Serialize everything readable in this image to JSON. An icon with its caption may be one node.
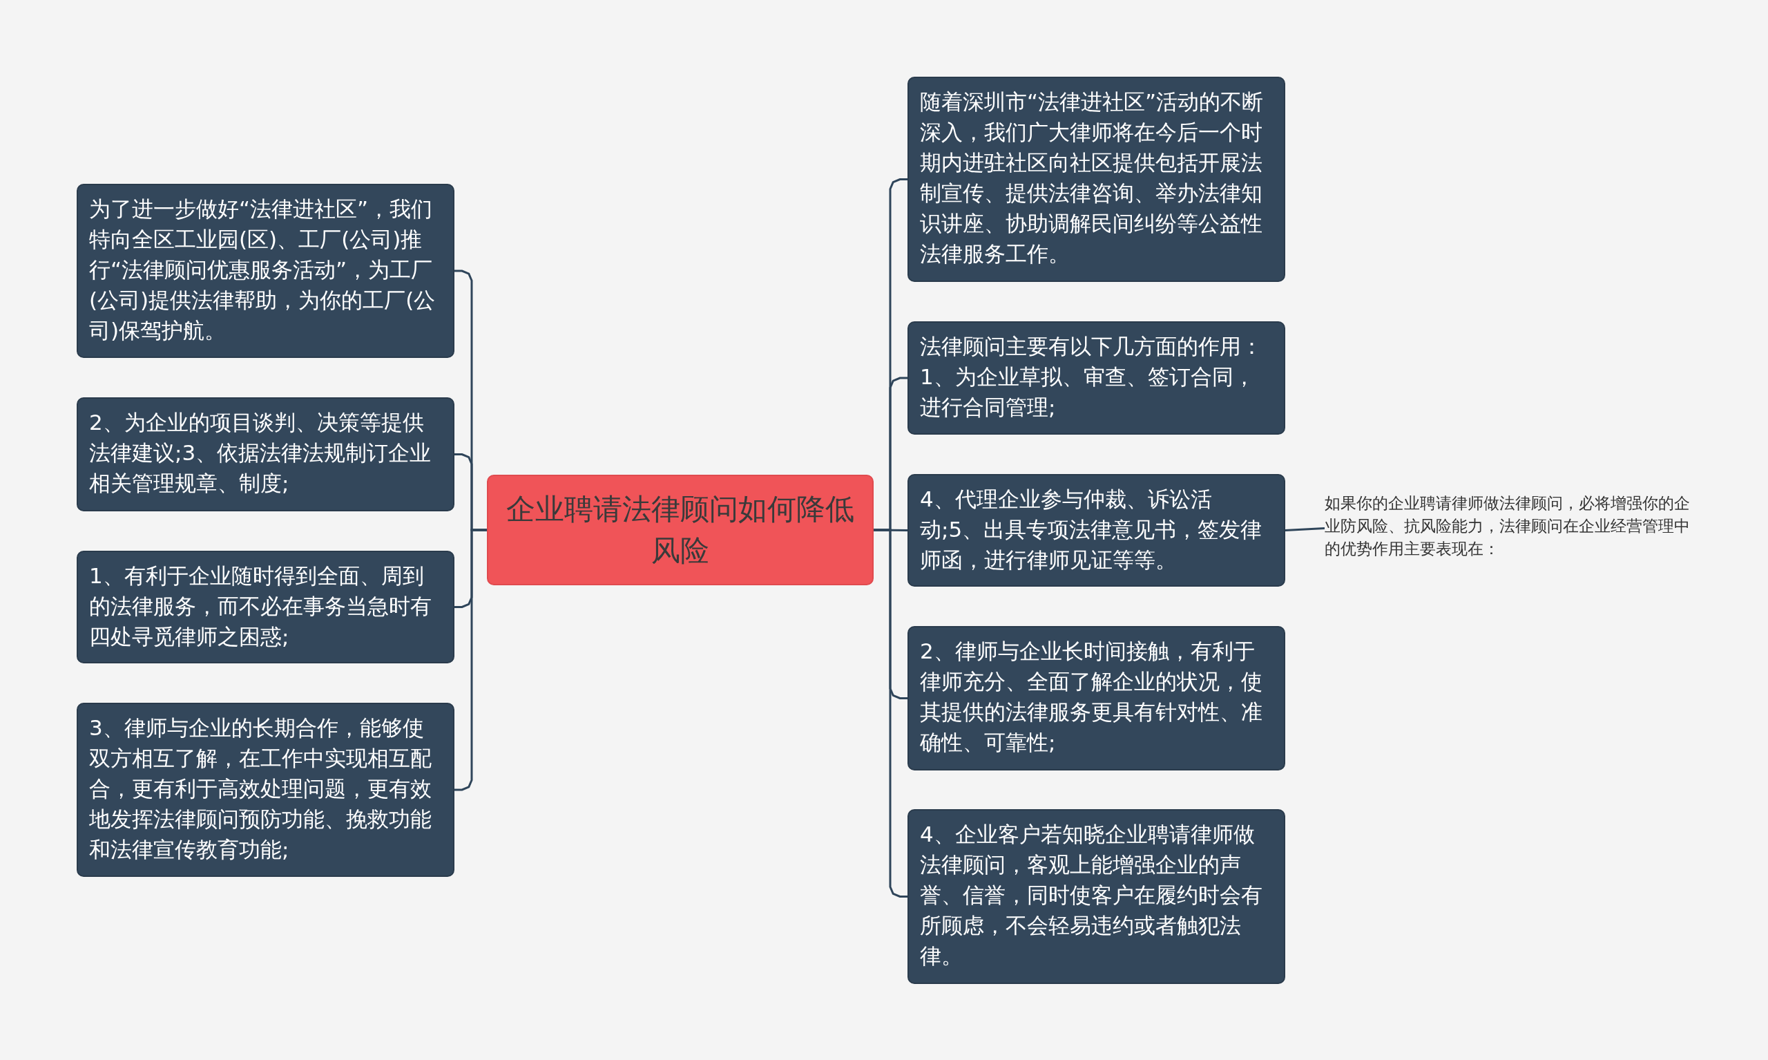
{
  "diagram": {
    "nodes": [
      {
        "text": [
          "企业聘请法律顾问如何降低风险"
        ]
      },
      {
        "text": [
          "为了进一步做好“法律进社区”，我们特向全区工业园(区)、工厂(公司)推行“法律顾问优惠服务活动”，为工厂(公司)提供法律帮助，为你的工厂(公司)保驾护航。"
        ]
      },
      {
        "text": [
          "2、为企业的项目谈判、决策等提供法律建议;3、依据法律法规制订企业相关管理规章、制度;"
        ]
      },
      {
        "text": [
          "1、有利于企业随时得到全面、周到的法律服务，而不必在事务当急时有四处寻觅律师之困惑;"
        ]
      },
      {
        "text": [
          "3、律师与企业的长期合作，能够使双方相互了解，在工作中实现相互配合，更有利于高效处理问题，更有效地发挥法律顾问预防功能、挽救功能和法律宣传教育功能;"
        ]
      },
      {
        "text": [
          "随着深圳市“法律进社区”活动的不断深入，我们广大律师将在今后一个时期内进驻社区向社区提供包括开展法制宣传、提供法律咨询、举办法律知识讲座、协助调解民间纠纷等公益性法律服务工作。"
        ]
      },
      {
        "text": [
          "法律顾问主要有以下几方面的作用：1、为企业草拟、审查、签订合同，进行合同管理;"
        ]
      },
      {
        "text": [
          "4、代理企业参与仲裁、诉讼活动;5、出具专项法律意见书，签发律师函，进行律师见证等等。"
        ]
      },
      {
        "text": [
          "2、律师与企业长时间接触，有利于律师充分、全面了解企业的状况，使其提供的法律服务更具有针对性、准确性、可靠性;"
        ]
      },
      {
        "text": [
          "4、企业客户若知晓企业聘请律师做法律顾问，客观上能增强企业的声誉、信誉，同时使客户在履约时会有所顾虑，不会轻易违约或者触犯法律。"
        ]
      },
      {
        "text": [
          "如果你的企业聘请律师做法律顾问，必将增强你的企业防风险、抗风险能力，法律顾问在企业经营管理中的优势作用主要表现在："
        ]
      }
    ],
    "edges": [
      {
        "from": 0,
        "to": 1,
        "arrow": "none"
      },
      {
        "from": 0,
        "to": 2,
        "arrow": "none"
      },
      {
        "from": 0,
        "to": 3,
        "arrow": "none"
      },
      {
        "from": 0,
        "to": 4,
        "arrow": "none"
      },
      {
        "from": 0,
        "to": 5,
        "arrow": "none"
      },
      {
        "from": 0,
        "to": 6,
        "arrow": "none"
      },
      {
        "from": 0,
        "to": 7,
        "arrow": "none"
      },
      {
        "from": 0,
        "to": 8,
        "arrow": "none"
      },
      {
        "from": 0,
        "to": 9,
        "arrow": "none"
      },
      {
        "from": 7,
        "to": 10,
        "arrow": "none"
      }
    ]
  }
}
